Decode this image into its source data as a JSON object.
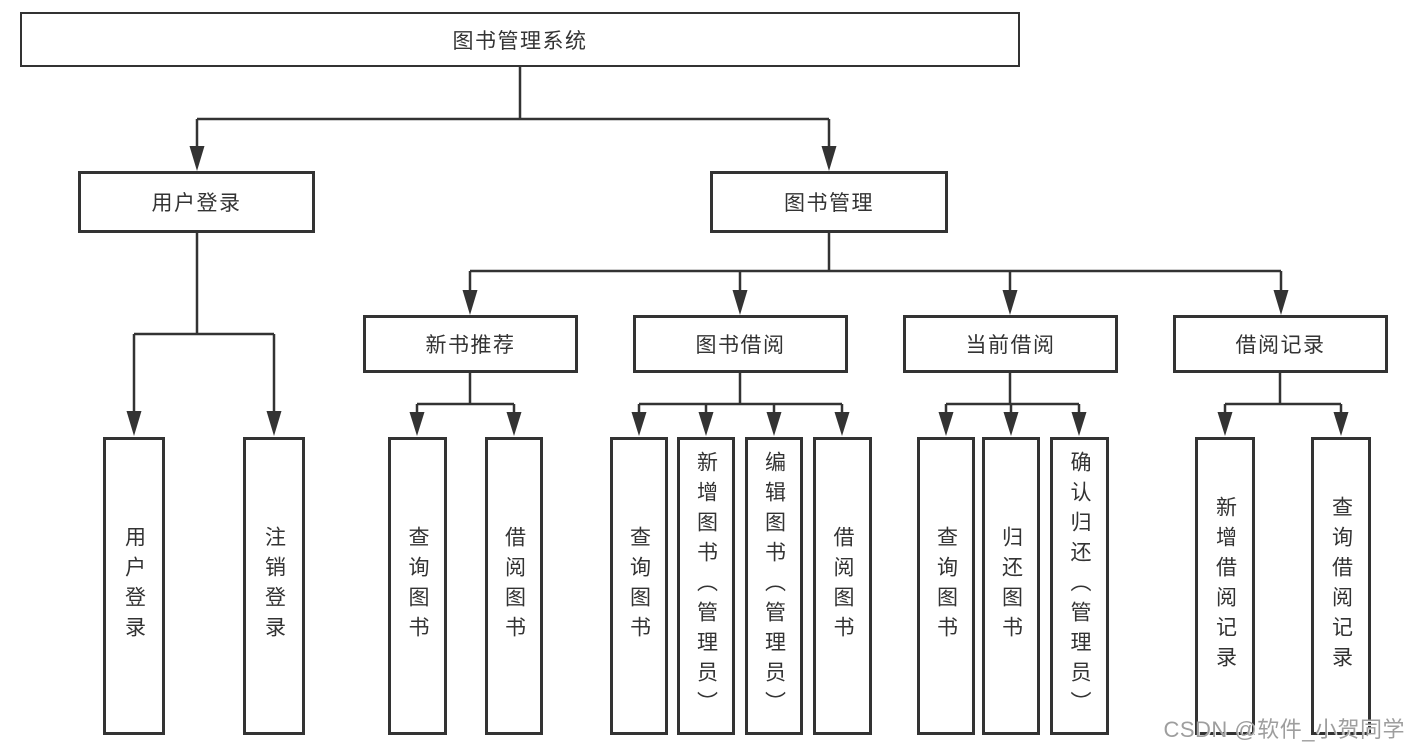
{
  "tree": {
    "label": "图书管理系统",
    "children": [
      {
        "label": "用户登录",
        "children": [
          {
            "label": "用户登录"
          },
          {
            "label": "注销登录"
          }
        ]
      },
      {
        "label": "图书管理",
        "children": [
          {
            "label": "新书推荐",
            "children": [
              {
                "label": "查询图书"
              },
              {
                "label": "借阅图书"
              }
            ]
          },
          {
            "label": "图书借阅",
            "children": [
              {
                "label": "查询图书"
              },
              {
                "label": "新增图书（管理员）"
              },
              {
                "label": "编辑图书（管理员）"
              },
              {
                "label": "借阅图书"
              }
            ]
          },
          {
            "label": "当前借阅",
            "children": [
              {
                "label": "查询图书"
              },
              {
                "label": "归还图书"
              },
              {
                "label": "确认归还（管理员）"
              }
            ]
          },
          {
            "label": "借阅记录",
            "children": [
              {
                "label": "新增借阅记录"
              },
              {
                "label": "查询借阅记录"
              }
            ]
          }
        ]
      }
    ]
  },
  "watermark": "CSDN @软件_小贺同学",
  "colors": {
    "line": "#333333",
    "box_border": "#333333",
    "text": "#333333",
    "watermark": "#9e9e9e",
    "background": "#ffffff"
  }
}
